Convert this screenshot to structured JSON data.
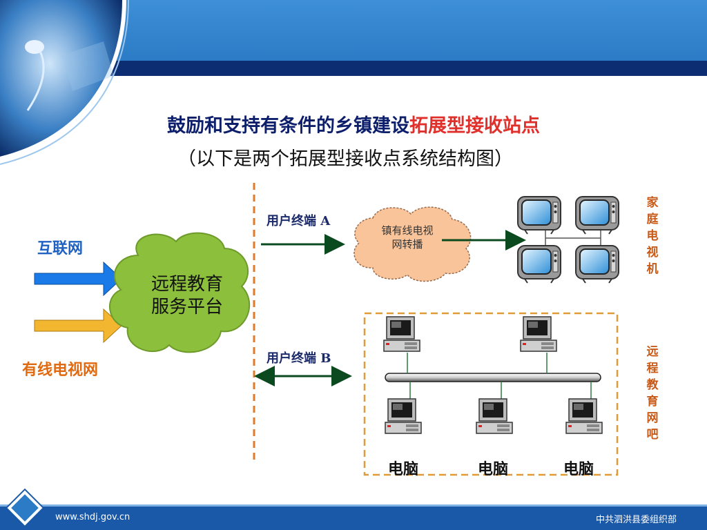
{
  "title": {
    "main": "鼓励和支持有条件的乡镇建设",
    "highlight": "拓展型接收站点"
  },
  "subtitle": "（以下是两个拓展型接收点系统结构图）",
  "inputs": {
    "internet": "互联网",
    "cable_tv": "有线电视网"
  },
  "platform": {
    "line1": "远程教育",
    "line2": "服务平台"
  },
  "terminal_a": {
    "label": "用户终端 A",
    "cloud_line1": "镇有线电视",
    "cloud_line2": "网转播",
    "target_label": "家庭电视机"
  },
  "terminal_b": {
    "label": "用户终端 B",
    "target_label": "远程教育网吧",
    "pc_labels": [
      "电脑",
      "电脑",
      "电脑"
    ]
  },
  "footer": {
    "url": "www.shdj.gov.cn",
    "org": "中共泗洪县委组织部"
  },
  "colors": {
    "header_blue": "#2b7bc6",
    "header_dark": "#0d2d72",
    "title_navy": "#0d1f6b",
    "title_red": "#e0302b",
    "internet_blue": "#1f62c2",
    "cable_orange": "#e06a10",
    "platform_green": "#8cbf3c",
    "cloud_peach": "#f9c49a",
    "dashed_orange": "#e07a2a"
  }
}
